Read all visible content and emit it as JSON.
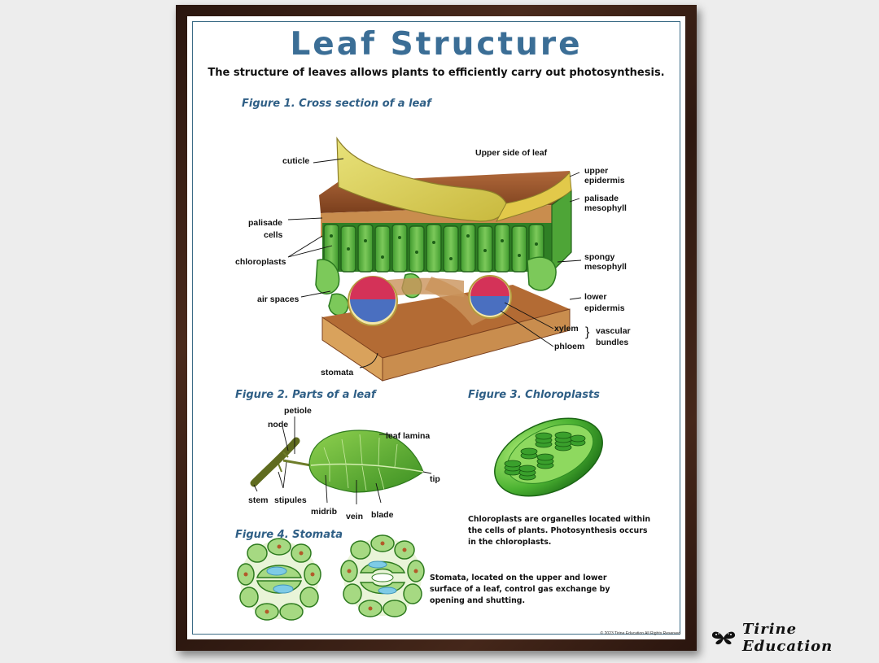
{
  "poster": {
    "title": "Leaf Structure",
    "subtitle": "The structure of leaves allows plants to efficiently carry out photosynthesis.",
    "copyright": "© 2023 Tirine Education  All Rights Reserved"
  },
  "figure1": {
    "caption": "Figure 1. Cross section of a leaf",
    "labels": {
      "cuticle": "cuticle",
      "upper_side": "Upper side of leaf",
      "upper_epidermis_1": "upper",
      "upper_epidermis_2": "epidermis",
      "palisade_mesophyll_1": "palisade",
      "palisade_mesophyll_2": "mesophyll",
      "palisade_cells_1": "palisade",
      "palisade_cells_2": "cells",
      "chloroplasts": "chloroplasts",
      "spongy_mesophyll_1": "spongy",
      "spongy_mesophyll_2": "mesophyll",
      "air_spaces": "air spaces",
      "lower_epidermis_1": "lower",
      "lower_epidermis_2": "epidermis",
      "xylem": "xylem",
      "phloem": "phloem",
      "vascular_bundles_1": "vascular",
      "vascular_bundles_2": "bundles",
      "stomata": "stomata"
    }
  },
  "figure2": {
    "caption": "Figure 2. Parts of a leaf",
    "labels": {
      "petiole": "petiole",
      "node": "node",
      "leaf_lamina": "leaf lamina",
      "tip": "tip",
      "stem": "stem",
      "stipules": "stipules",
      "midrib": "midrib",
      "vein": "vein",
      "blade": "blade"
    }
  },
  "figure3": {
    "caption": "Figure 3. Chloroplasts",
    "text_1": "Chloroplasts are organelles located within",
    "text_2": "the cells of plants. Photosynthesis occurs",
    "text_3": "in the chloroplasts."
  },
  "figure4": {
    "caption": "Figure 4. Stomata",
    "text_1": "Stomata, located on the upper and lower",
    "text_2": "surface of a leaf, control gas exchange by",
    "text_3": "opening and shutting."
  },
  "brand": {
    "name": "Tirine Education",
    "logo_icon": "butterfly-icon"
  }
}
